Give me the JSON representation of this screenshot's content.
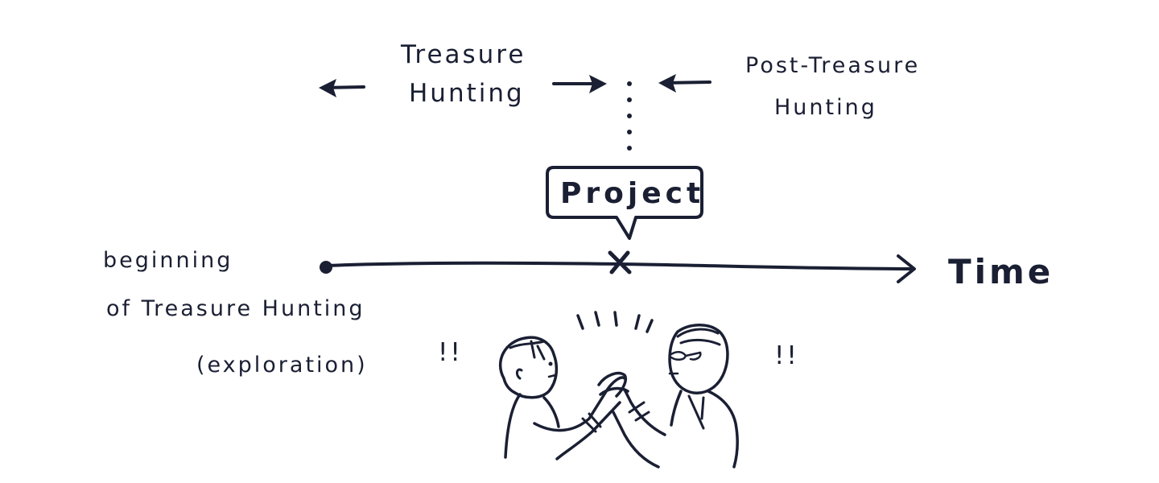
{
  "labels": {
    "treasure_hunting_line1": "Treasure",
    "treasure_hunting_line2": "Hunting",
    "post_treasure_line1": "Post-Treasure",
    "post_treasure_line2": "Hunting",
    "project": "Project",
    "time": "Time",
    "beginning_line1": "beginning",
    "beginning_line2": "of Treasure Hunting",
    "beginning_line3": "(exploration)",
    "exclaim_left": "!!",
    "exclaim_right": "!!"
  },
  "colors": {
    "ink": "#1a1f33",
    "background": "#ffffff"
  },
  "icons": {
    "start": "dot-marker-icon",
    "project_point": "cross-marker-icon",
    "illustration": "two-people-handshake-icon"
  }
}
